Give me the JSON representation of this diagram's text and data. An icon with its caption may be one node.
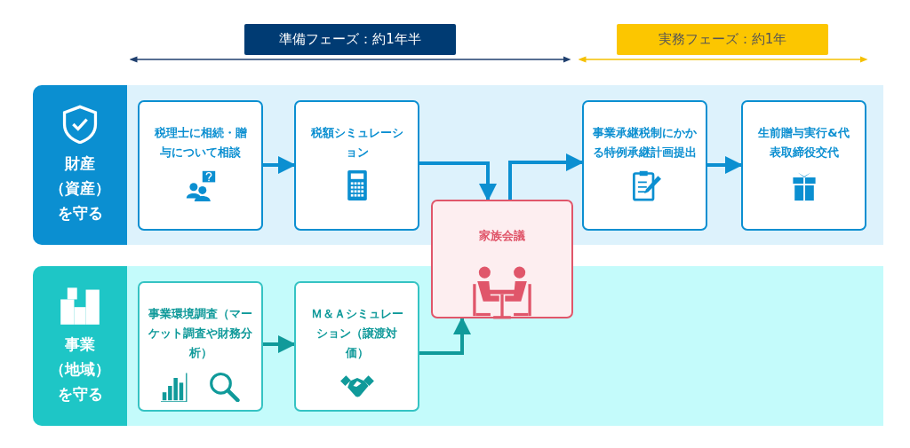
{
  "diagram": {
    "nodes": [
      {
        "text": [
          "準備フェーズ：約1年半"
        ]
      },
      {
        "text": [
          "実務フェーズ：約1年"
        ]
      },
      {
        "text": [
          "財産（資産）を守る"
        ]
      },
      {
        "text": [
          "税理士に相続・贈与について相談"
        ]
      },
      {
        "text": [
          "税額シミュレーション"
        ]
      },
      {
        "text": [
          "事業承継税制にかかる特例承継計画提出"
        ]
      },
      {
        "text": [
          "生前贈与実行&代表取締役交代"
        ]
      },
      {
        "text": [
          "家族会議"
        ]
      },
      {
        "text": [
          "事業（地域）を守る"
        ]
      },
      {
        "text": [
          "事業環境調査（マーケット調査や財務分析）"
        ]
      },
      {
        "text": [
          "Ｍ＆Ａシミュレーション（譲渡対価）"
        ]
      }
    ],
    "edges": [
      {
        "from": 3,
        "to": 4,
        "arrow": "to"
      },
      {
        "from": 4,
        "to": 7,
        "arrow": "to"
      },
      {
        "from": 7,
        "to": 5,
        "arrow": "to"
      },
      {
        "from": 5,
        "to": 6,
        "arrow": "to"
      },
      {
        "from": 9,
        "to": 10,
        "arrow": "to",
        "color": "#109a9a"
      },
      {
        "from": 10,
        "to": 7,
        "arrow": "to",
        "color": "#109a9a"
      }
    ]
  }
}
